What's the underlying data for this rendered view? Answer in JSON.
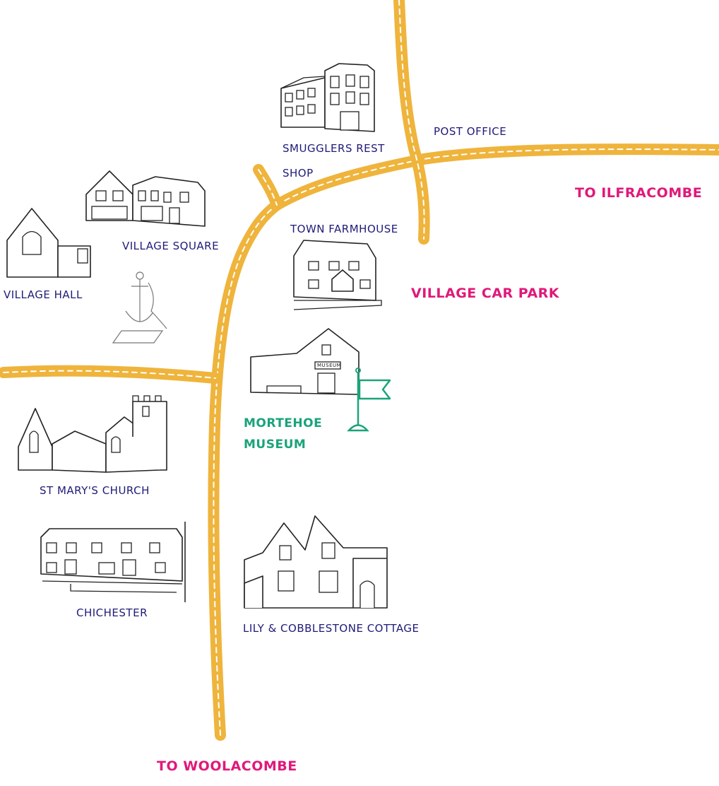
{
  "labels": {
    "smugglers_rest": "SMUGGLERS REST",
    "shop": "SHOP",
    "post_office": "POST OFFICE",
    "to_ilfracombe": "TO ILFRACOMBE",
    "town_farmhouse": "TOWN FARMHOUSE",
    "village_square": "VILLAGE SQUARE",
    "village_hall": "VILLAGE HALL",
    "village_car_park": "VILLAGE CAR PARK",
    "museum_line1": "MORTEHOE",
    "museum_line2": "MUSEUM",
    "museum_sign": "MUSEUM",
    "st_marys_church": "ST MARY'S CHURCH",
    "chichester": "CHICHESTER",
    "lily_cobblestone": "LILY & COBBLESTONE COTTAGE",
    "to_woolacombe": "TO WOOLACOMBE"
  },
  "colors": {
    "road": "#efb43c",
    "place_label": "#1f1b78",
    "destination_label": "#e0197a",
    "museum_label": "#1aa37a"
  },
  "icons": {
    "museum_marker": "flag-icon"
  }
}
